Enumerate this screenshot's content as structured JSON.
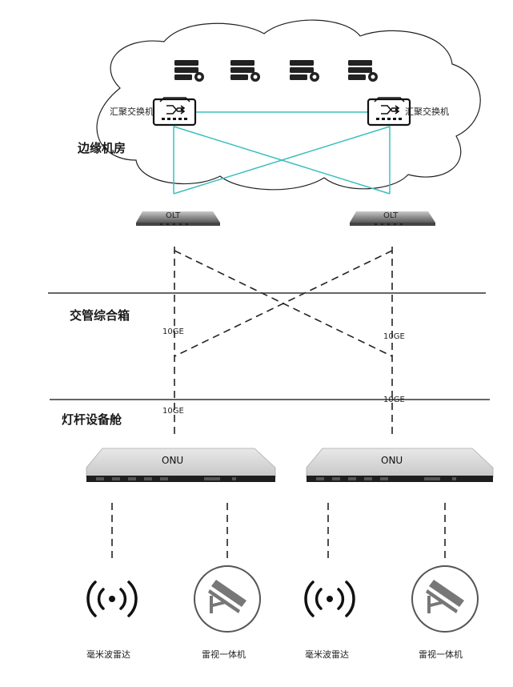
{
  "zones": {
    "edge_room": "边缘机房",
    "traffic_box": "交管综合箱",
    "pole_cabin": "灯杆设备舱"
  },
  "switches": {
    "left": "汇聚交换机",
    "right": "汇聚交换机"
  },
  "olt": {
    "left": "OLT",
    "right": "OLT"
  },
  "links": {
    "left_upper": "10GE",
    "right_upper": "10GE",
    "left_lower": "10GE",
    "right_lower": "10GE"
  },
  "onu": {
    "left": "ONU",
    "right": "ONU"
  },
  "terminals": {
    "radar_1": "毫米波雷达",
    "camera_1": "雷视一体机",
    "radar_2": "毫米波雷达",
    "camera_2": "雷视一体机"
  },
  "icons": [
    "server-icon",
    "switch-icon",
    "olt-icon",
    "onu-icon",
    "radar-icon",
    "camera-icon"
  ],
  "colors": {
    "fiber_link": "#3bbfbd",
    "divider": "#333333",
    "dashed_link": "#222222"
  }
}
